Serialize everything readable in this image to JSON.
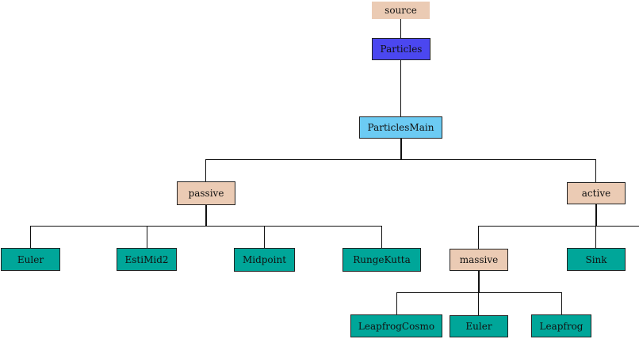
{
  "colors": {
    "beige": "#ebcbb4",
    "blue": "#4b47f0",
    "lightblue": "#6ccbf3",
    "teal": "#00a699",
    "edge": "#111111"
  },
  "nodes": {
    "source": {
      "label": "source",
      "color": "beige"
    },
    "particles": {
      "label": "Particles",
      "color": "blue"
    },
    "particlesmain": {
      "label": "ParticlesMain",
      "color": "lightblue"
    },
    "passive": {
      "label": "passive",
      "color": "beige"
    },
    "active": {
      "label": "active",
      "color": "beige"
    },
    "euler1": {
      "label": "Euler",
      "color": "teal"
    },
    "estimid2": {
      "label": "EstiMid2",
      "color": "teal"
    },
    "midpoint": {
      "label": "Midpoint",
      "color": "teal"
    },
    "rungekutta": {
      "label": "RungeKutta",
      "color": "teal"
    },
    "massive": {
      "label": "massive",
      "color": "beige"
    },
    "sink": {
      "label": "Sink",
      "color": "teal"
    },
    "leapfrogcosmo": {
      "label": "LeapfrogCosmo",
      "color": "teal"
    },
    "euler2": {
      "label": "Euler",
      "color": "teal"
    },
    "leapfrog": {
      "label": "Leapfrog",
      "color": "teal"
    }
  }
}
